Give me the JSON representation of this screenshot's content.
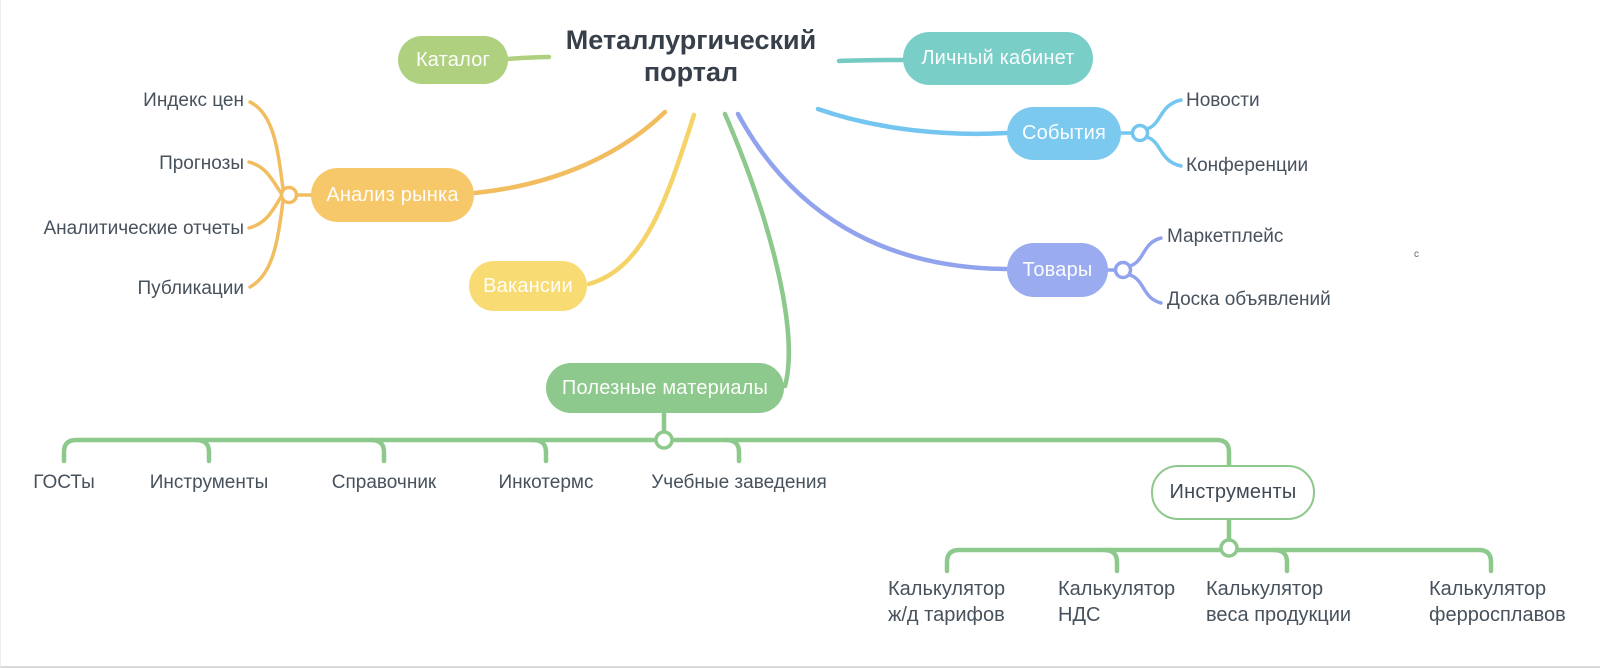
{
  "title": {
    "line1": "Металлургический",
    "line2": "портал"
  },
  "branches": {
    "catalog": {
      "label": "Каталог"
    },
    "account": {
      "label": "Личный кабинет"
    },
    "events": {
      "label": "События",
      "children": [
        "Новости",
        "Конференции"
      ]
    },
    "goods": {
      "label": "Товары",
      "children": [
        "Маркетплейс",
        "Доска объявлений"
      ]
    },
    "market": {
      "label": "Анализ рынка",
      "children": [
        "Индекс цен",
        "Прогнозы",
        "Аналитические отчеты",
        "Публикации"
      ]
    },
    "vacancies": {
      "label": "Вакансии"
    },
    "materials": {
      "label": "Полезные материалы",
      "children": [
        "ГОСТы",
        "Инструменты",
        "Справочник",
        "Инкотермс",
        "Учебные заведения"
      ]
    },
    "tools": {
      "label": "Инструменты",
      "children": [
        {
          "line1": "Калькулятор",
          "line2": "ж/д тарифов"
        },
        {
          "line1": "Калькулятор",
          "line2": "НДС"
        },
        {
          "line1": "Калькулятор",
          "line2": "веса продукции"
        },
        {
          "line1": "Калькулятор",
          "line2": "ферросплавов"
        }
      ]
    }
  },
  "stray_text": "с",
  "colors": {
    "catalog_green": "#afd17f",
    "account_teal": "#79cfc8",
    "events_blue": "#7cc9f0",
    "goods_periwinkle": "#9aabf0",
    "market_orange": "#f7c869",
    "vacancies_yellow": "#f8db72",
    "materials_green": "#8dc88c",
    "title_text": "#37404a",
    "label_text": "#47525c"
  }
}
